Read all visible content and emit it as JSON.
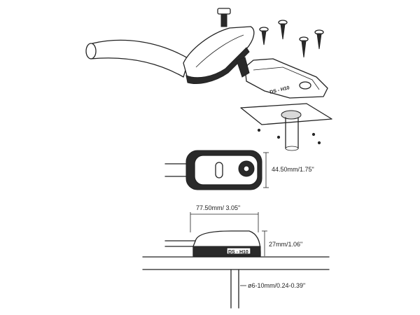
{
  "dimensions": {
    "width": "44.50mm/1.75\"",
    "length": "77.50mm/ 3.05\"",
    "height": "27mm/1.06\"",
    "hole": "ø6-10mm/0.24-0.39\""
  },
  "labels": {
    "model_exploded": "DS - H10",
    "model_side": "DS - H10"
  },
  "colors": {
    "line": "#222222",
    "fill_dark": "#2a2a2a"
  }
}
